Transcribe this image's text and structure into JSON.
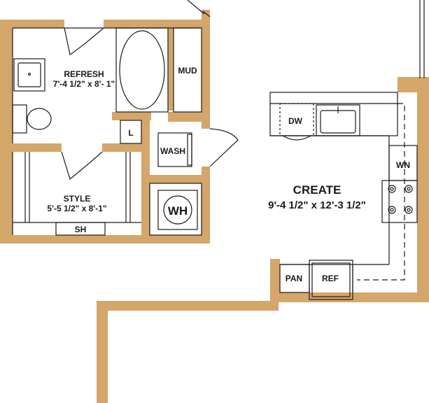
{
  "colors": {
    "wall": "#d4a66a",
    "line": "#1a1a1a",
    "background": "#ffffff"
  },
  "rooms": {
    "refresh": {
      "name": "REFRESH",
      "dims": "7'-4 1/2\" x 8'- 1\""
    },
    "style": {
      "name": "STYLE",
      "dims": "5'-5 1/2\" x 8'-1\""
    },
    "create": {
      "name": "CREATE",
      "dims": "9'-4 1/2\" x 12'-3 1/2\""
    }
  },
  "fixtures": {
    "mud": "MUD",
    "linen": "L",
    "wash": "WASH",
    "water_heater": "WH",
    "shower": "SH",
    "dishwasher": "DW",
    "wine": "WN",
    "pantry": "PAN",
    "refrigerator": "REF"
  }
}
